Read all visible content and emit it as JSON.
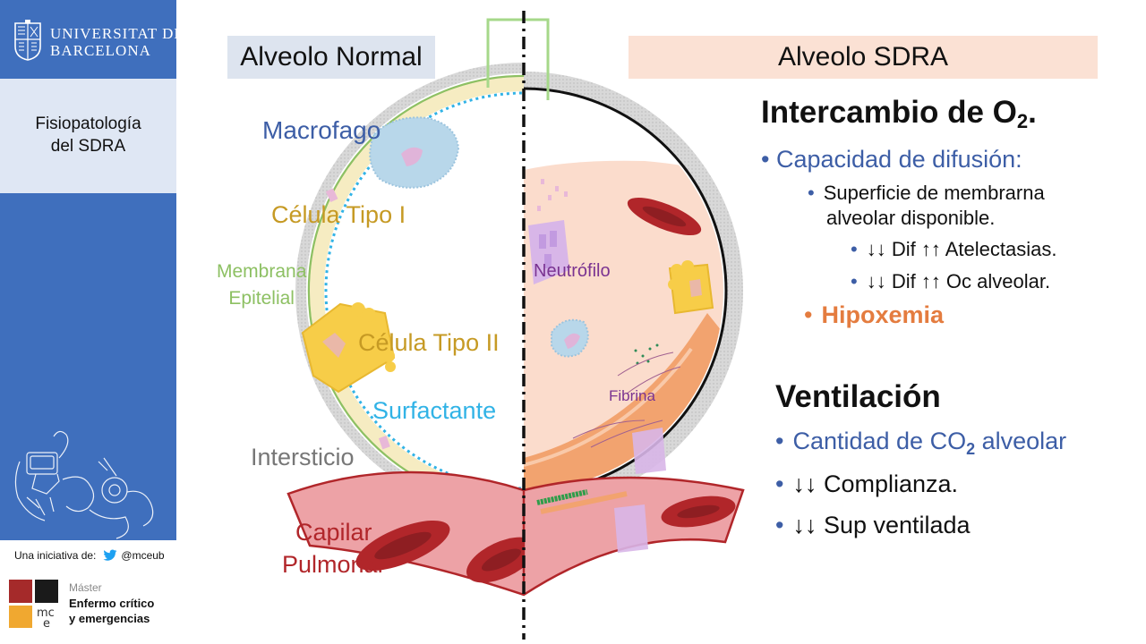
{
  "sidebar": {
    "university": {
      "line1": "UNIVERSITAT DE",
      "line2": "BARCELONA"
    },
    "title": {
      "line1": "Fisiopatología",
      "line2": "del SDRA"
    },
    "initiative": {
      "label": "Una iniciativa de:",
      "handle": "@mceub"
    },
    "master": {
      "label": "Máster",
      "name_line1": "Enfermo crítico",
      "name_line2": "y emergencias"
    }
  },
  "headers": {
    "normal": "Alveolo Normal",
    "sdra": "Alveolo SDRA"
  },
  "labels": {
    "macrofago": "Macrofago",
    "celula_tipo1": "Célula Tipo I",
    "membrana_line1": "Membrana",
    "membrana_line2": "Epitelial",
    "celula_tipo2": "Célula Tipo II",
    "surfactante": "Surfactante",
    "intersticio": "Intersticio",
    "capilar_line1": "Capilar",
    "capilar_line2": "Pulmonar",
    "neutrofilo": "Neutrófilo",
    "fibrina": "Fibrina"
  },
  "intercambio": {
    "title": "Intercambio de O",
    "title_sub": "2",
    "title_end": ".",
    "bullet1": "Capacidad de difusión:",
    "sub1_line1": "Superficie de membrarna",
    "sub1_line2": "alveolar disponible.",
    "subsub1": "↓↓ Dif ↑↑ Atelectasias.",
    "subsub2": "↓↓ Dif ↑↑ Oc alveolar.",
    "hipoxemia": "Hipoxemia"
  },
  "ventilacion": {
    "title": "Ventilación",
    "bullet1": "Cantidad de CO",
    "bullet1_sub": "2",
    "bullet1_end": " alveolar",
    "bullet2": "↓↓ Complianza.",
    "bullet3": "↓↓ Sup ventilada"
  },
  "colors": {
    "brand_blue": "#3f6fbd",
    "sidebar_light": "#dfe7f4",
    "normal_header": "#dde4ef",
    "sdra_header": "#fbe1d4",
    "bullet_blue": "#3d5ea6",
    "hipoxemia": "#e47c3f",
    "capillary": "#b1262a"
  }
}
